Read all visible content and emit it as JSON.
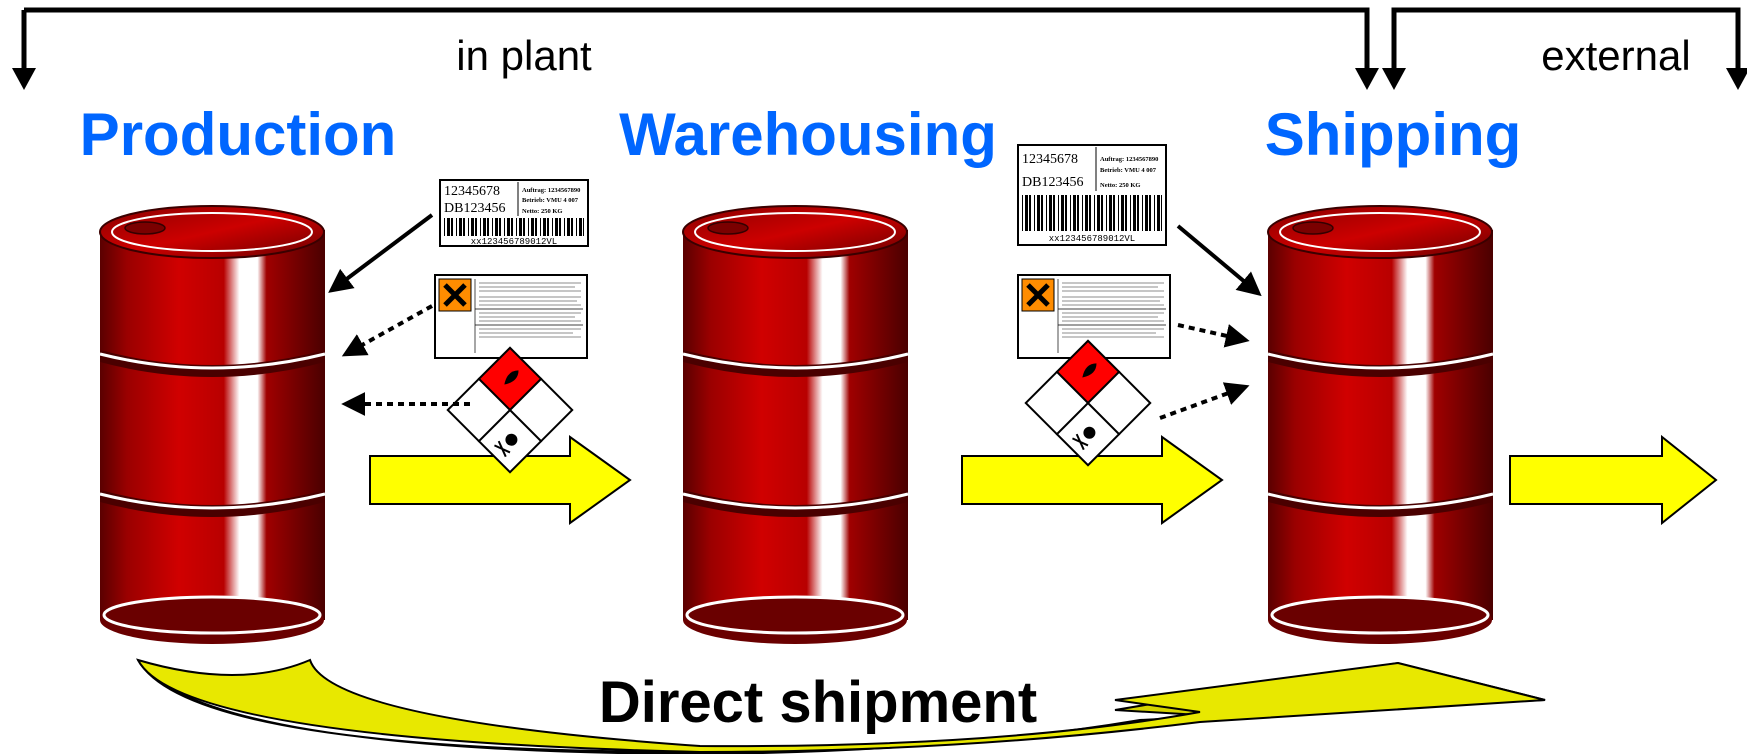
{
  "scope": {
    "in_plant": "in plant",
    "external": "external"
  },
  "stages": {
    "production": "Production",
    "warehousing": "Warehousing",
    "shipping": "Shipping"
  },
  "direct_shipment": "Direct shipment",
  "colors": {
    "stage_title": "#0066ff",
    "barrel": "#b30000",
    "flow_arrow": "#ffff00",
    "direct_arrow": "#d4d400"
  },
  "labels": {
    "barcode_1": {
      "number": "12345678",
      "code": "DB123456",
      "auftrag": "Auftrag: 1234567890",
      "betrieb": "Betrieb: VMU 4 007",
      "netto": "Netto: 250 KG",
      "barcode_text": "xx123456789012VL"
    },
    "barcode_2": {
      "number": "12345678",
      "code": "DB123456",
      "auftrag": "Auftrag: 1234567890",
      "betrieb": "Betrieb: VMU 4 007",
      "netto": "Netto: 250 KG",
      "barcode_text": "xx123456789012VL"
    }
  },
  "icons": {
    "hazard_label": "harmful-x-hazard-label-icon",
    "dangerous_goods": "flammable-toxic-diamond-icon",
    "barrel": "oil-barrel-icon"
  }
}
